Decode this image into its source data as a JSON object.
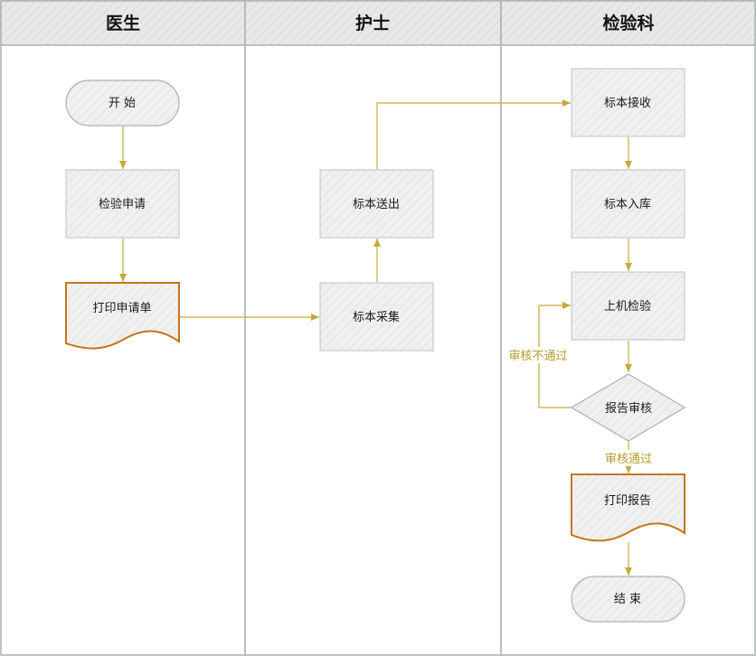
{
  "lanes": [
    {
      "id": "doctor",
      "label": "医生"
    },
    {
      "id": "nurse",
      "label": "护士"
    },
    {
      "id": "lab",
      "label": "检验科"
    }
  ],
  "nodes": {
    "start": {
      "label": "开 始",
      "shape": "terminal"
    },
    "lab_request": {
      "label": "检验申请",
      "shape": "process"
    },
    "print_request": {
      "label": "打印申请单",
      "shape": "document"
    },
    "sample_collect": {
      "label": "标本采集",
      "shape": "process"
    },
    "sample_send": {
      "label": "标本送出",
      "shape": "process"
    },
    "sample_receive": {
      "label": "标本接收",
      "shape": "process"
    },
    "sample_store": {
      "label": "标本入库",
      "shape": "process"
    },
    "machine_test": {
      "label": "上机检验",
      "shape": "process"
    },
    "report_review": {
      "label": "报告审核",
      "shape": "decision"
    },
    "print_report": {
      "label": "打印报告",
      "shape": "document"
    },
    "end": {
      "label": "结 束",
      "shape": "terminal"
    }
  },
  "edges": {
    "review_fail": {
      "label": "审核不通过"
    },
    "review_pass": {
      "label": "审核通过"
    }
  },
  "colors": {
    "edge": "#c9a83a",
    "edge_label": "#b89a2c",
    "document_border": "#c8741a",
    "node_fill": "#f0f0f0",
    "header_fill": "#e6e6e6",
    "lane_border": "#a9b3b1"
  }
}
